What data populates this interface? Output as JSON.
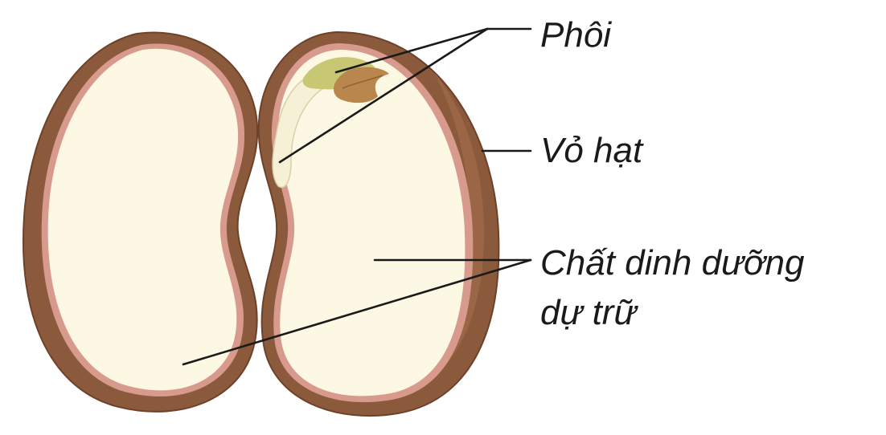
{
  "labels": {
    "embryo": "Phôi",
    "seed_coat": "Vỏ hạt",
    "nutrient_line1": "Chất dinh dưỡng",
    "nutrient_line2": "dự trữ"
  },
  "colors": {
    "background": "#ffffff",
    "seed_coat": "#8b5a3c",
    "seed_coat_edge": "#6e4129",
    "seed_coat_highlight": "#a8714d",
    "cotyledon_fill": "#fdf8e4",
    "embryo_stem": "#f6f1d6",
    "embryo_leaf_green": "#c8c774",
    "embryo_leaf_brown": "#b9874e",
    "pink_rim": "#d89a8c",
    "leader_lines": "#1a1a1a"
  },
  "icons": [
    "seed-cross-section"
  ]
}
